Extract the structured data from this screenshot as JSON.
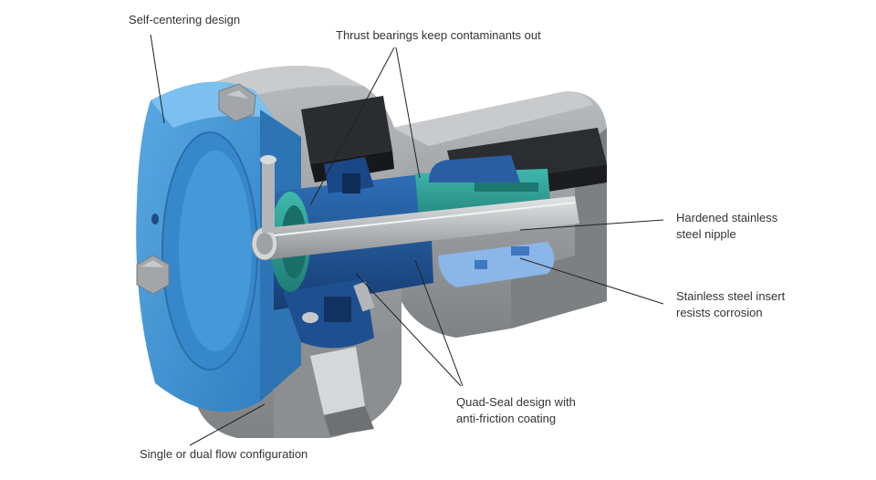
{
  "callouts": {
    "self_centering": "Self-centering design",
    "thrust_bearings": "Thrust bearings keep contaminants out",
    "nipple_line1": "Hardened stainless",
    "nipple_line2": "steel nipple",
    "insert_line1": "Stainless steel insert",
    "insert_line2": "resists corrosion",
    "quad_seal_line1": "Quad-Seal design with",
    "quad_seal_line2": "anti-friction coating",
    "flow_config": "Single or dual flow configuration"
  },
  "colors": {
    "housing_blue": "#3e92d4",
    "steel_gray": "#8f9294",
    "dark_insert": "#2c2e31",
    "bearing_navy": "#1f4e8c",
    "teal_seal": "#2a9e96",
    "leader": "#222222"
  }
}
